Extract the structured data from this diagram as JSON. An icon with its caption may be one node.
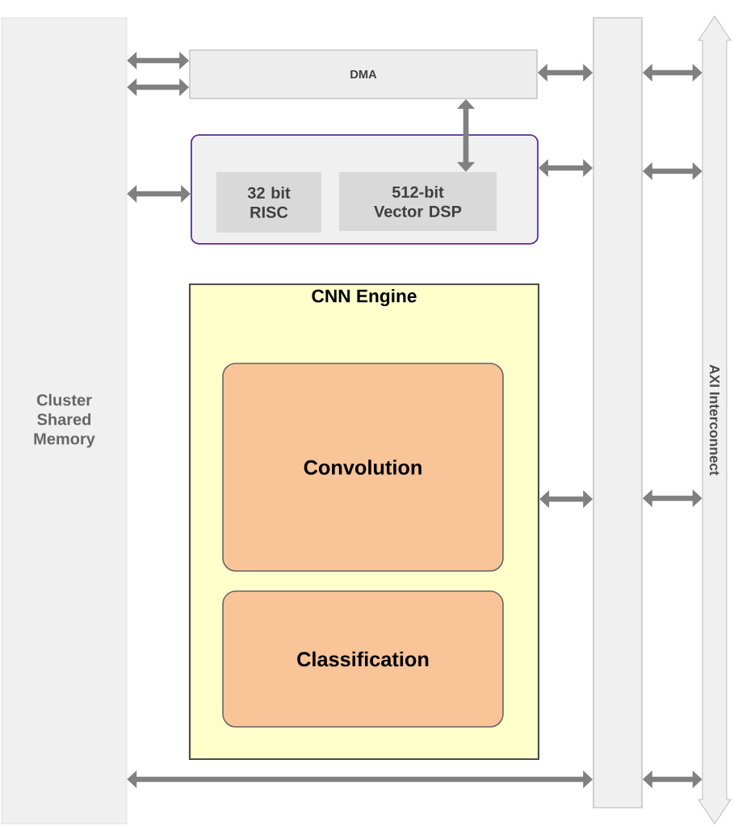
{
  "diagram": {
    "nodes": [
      {
        "text": [
          "Cluster Shared Memory"
        ]
      },
      {
        "text": [
          "DMA"
        ]
      },
      {
        "text": [],
        "shape": "box"
      },
      {
        "text": [
          "32 bit RISC"
        ],
        "in": 2
      },
      {
        "text": [
          "512-bit Vector DSP"
        ],
        "in": 2
      },
      {
        "text": [
          "CNN Engine"
        ]
      },
      {
        "text": [
          "Convolution"
        ],
        "in": 5
      },
      {
        "text": [
          "Classification"
        ],
        "in": 5
      },
      {
        "text": [],
        "shape": "bar"
      },
      {
        "text": [
          "AXI Interconnect"
        ]
      }
    ],
    "edges": [
      {
        "from": 0,
        "to": 1,
        "arrow": "both"
      },
      {
        "from": 0,
        "to": 1,
        "arrow": "both"
      },
      {
        "from": 0,
        "to": 2,
        "arrow": "both"
      },
      {
        "from": 1,
        "to": 4,
        "arrow": "both"
      },
      {
        "from": 1,
        "to": 8,
        "arrow": "both"
      },
      {
        "from": 2,
        "to": 8,
        "arrow": "both"
      },
      {
        "from": 5,
        "to": 8,
        "arrow": "both"
      },
      {
        "from": 0,
        "to": 8,
        "arrow": "both"
      },
      {
        "from": 8,
        "to": 9,
        "arrow": "both"
      },
      {
        "from": 8,
        "to": 9,
        "arrow": "both"
      },
      {
        "from": 8,
        "to": 9,
        "arrow": "both"
      },
      {
        "from": 8,
        "to": 9,
        "arrow": "both"
      }
    ]
  }
}
